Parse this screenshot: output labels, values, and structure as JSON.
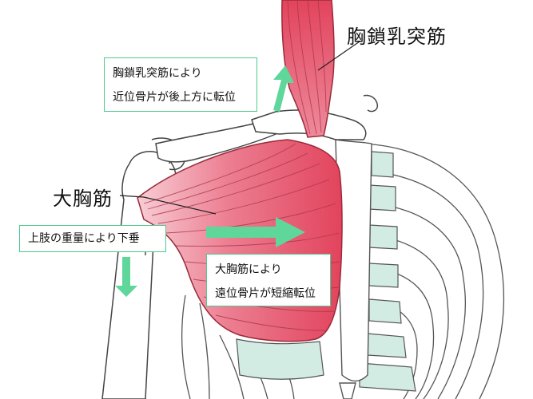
{
  "labels": {
    "scm_muscle": "胸鎖乳突筋",
    "pectoralis_major": "大胸筋"
  },
  "callouts": {
    "proximal": {
      "line1": "胸鎖乳突筋により",
      "line2": "近位骨片が後上方に転位"
    },
    "arm": {
      "line1": "上肢の重量により下垂"
    },
    "distal": {
      "line1": "大胸筋により",
      "line2": "遠位骨片が短縮転位"
    }
  },
  "colors": {
    "muscle": "#e2445d",
    "muscle_light": "#f7c6cf",
    "cartilage": "#d3ece3",
    "arrow": "#5fd69a",
    "outline": "#333333",
    "box_border": "#4fc98f"
  }
}
